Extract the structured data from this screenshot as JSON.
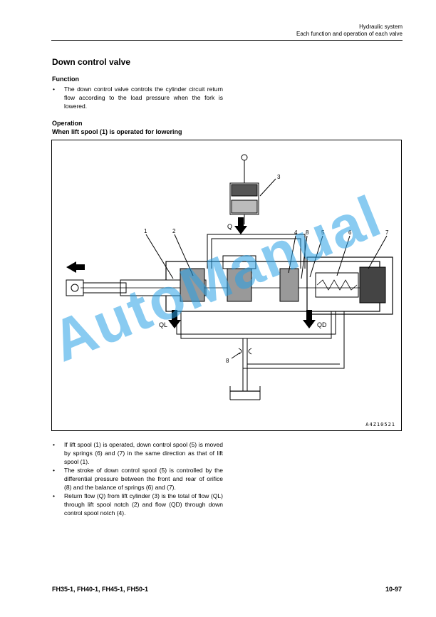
{
  "header": {
    "line1": "Hydraulic system",
    "line2": "Each function and operation of each valve"
  },
  "title": "Down control valve",
  "function": {
    "heading": "Function",
    "bullets": [
      "The down control valve controls the cylinder circuit return flow according to the load pressure when the fork is lowered."
    ]
  },
  "operation": {
    "heading": "Operation",
    "subheading": "When lift spool (1) is operated for lowering"
  },
  "figure": {
    "code": "A4Z10521",
    "labels": [
      "1",
      "2",
      "3",
      "4",
      "8",
      "5",
      "6",
      "7",
      "8"
    ],
    "flow_labels": {
      "q": "Q",
      "ql": "QL",
      "qd": "QD"
    }
  },
  "body_bullets": [
    "If lift spool (1) is operated, down control spool (5) is moved by springs (6) and (7) in the same direction as that of lift spool (1).",
    "The stroke of down control spool (5) is controlled by the differential pressure between the front and rear of orifice (8) and the balance of springs (6) and (7).",
    "Return flow (Q) from lift cylinder (3) is the total of flow (QL) through lift spool notch (2) and flow (QD) through down control spool notch (4)."
  ],
  "bullet_symbol": "•",
  "watermark": "AutoManual",
  "footer": {
    "models": "FH35-1, FH40-1, FH45-1, FH50-1",
    "page": "10-97"
  }
}
